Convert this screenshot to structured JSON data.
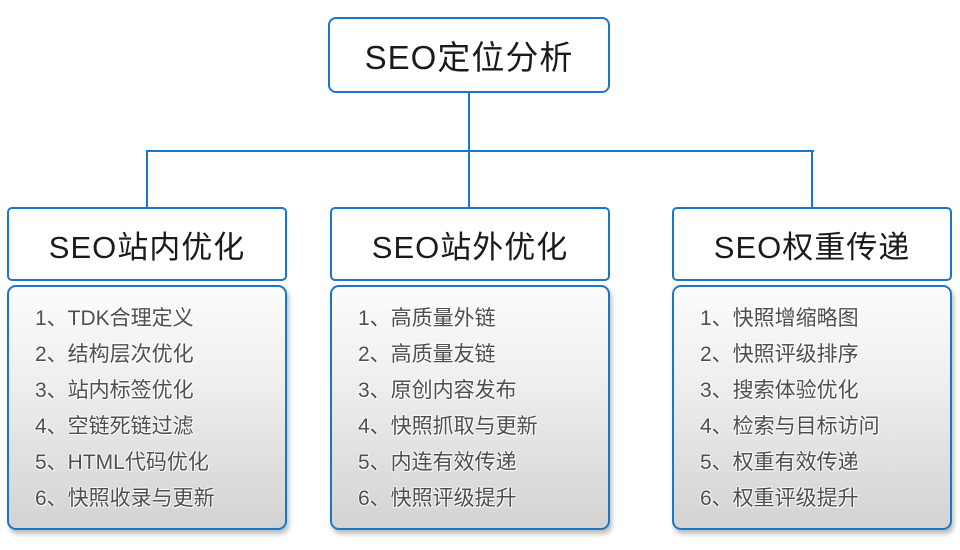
{
  "root": {
    "label": "SEO定位分析"
  },
  "branches": [
    {
      "title": "SEO站内优化",
      "items": [
        "1、TDK合理定义",
        "2、结构层次优化",
        "3、站内标签优化",
        "4、空链死链过滤",
        "5、HTML代码优化",
        "6、快照收录与更新"
      ]
    },
    {
      "title": "SEO站外优化",
      "items": [
        "1、高质量外链",
        "2、高质量友链",
        "3、原创内容发布",
        "4、快照抓取与更新",
        "5、内连有效传递",
        "6、快照评级提升"
      ]
    },
    {
      "title": "SEO权重传递",
      "items": [
        "1、快照增缩略图",
        "2、快照评级排序",
        "3、搜索体验优化",
        "4、检索与目标访问",
        "5、权重有效传递",
        "6、权重评级提升"
      ]
    }
  ],
  "colors": {
    "accent_blue": "#1b76c8",
    "panel_gradient_top": "#fcfcfc",
    "panel_gradient_bottom": "#d3d3d3",
    "list_text": "#4e4e4e",
    "heading_text": "#1a1a1a"
  }
}
